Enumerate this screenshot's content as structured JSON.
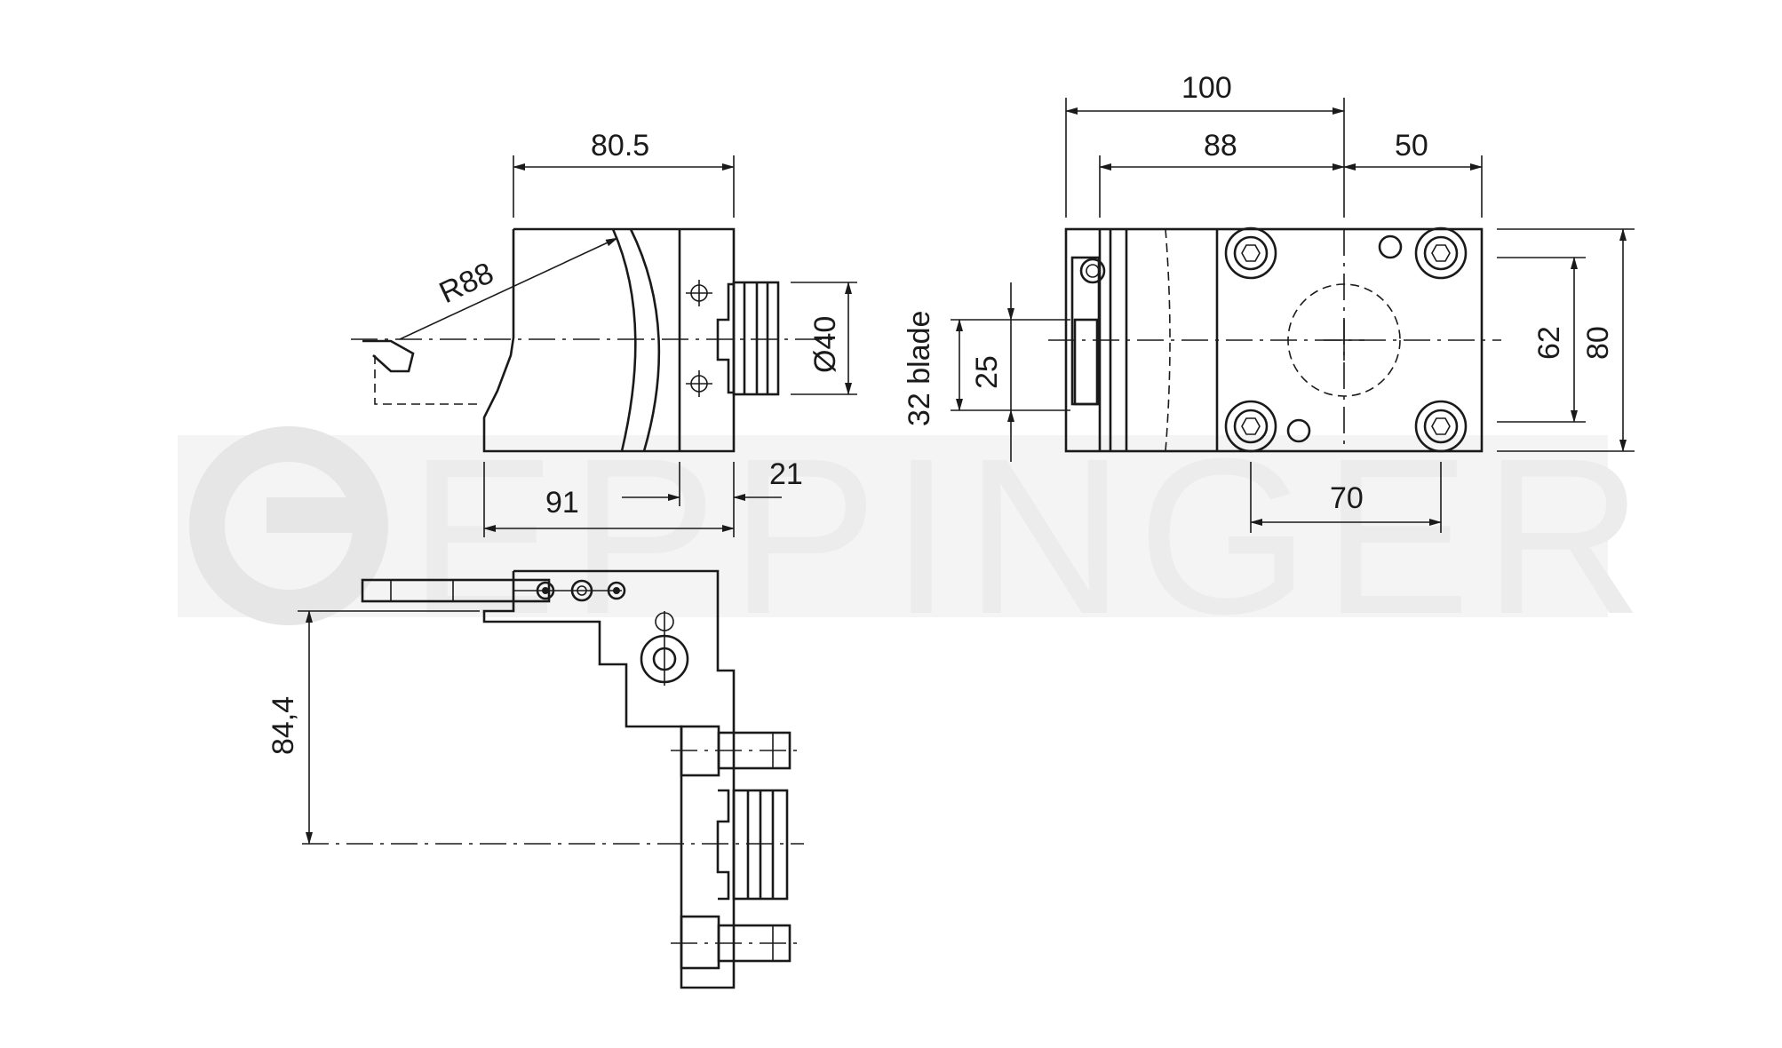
{
  "watermark": {
    "text": "EPPINGER"
  },
  "dimensions": {
    "side_view": {
      "width_top": "80.5",
      "radius": "R88",
      "shank_diameter": "Ø40",
      "width_bottom": "91",
      "offset": "21"
    },
    "bottom_view": {
      "height": "84,4"
    },
    "top_view": {
      "overall_width": "100",
      "inner_width": "88",
      "half_width": "50",
      "height_inner": "62",
      "height_overall": "80",
      "bolt_spacing": "70",
      "blade_height": "25",
      "blade_label": "32 blade"
    }
  }
}
